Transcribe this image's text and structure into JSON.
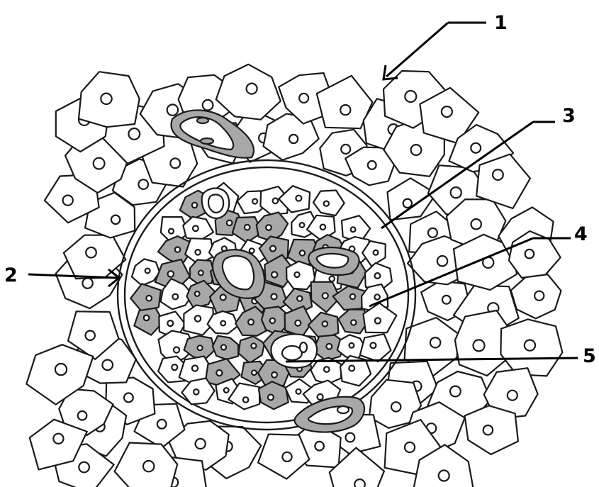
{
  "diagram": {
    "colors": {
      "light_cell": "#ffffff",
      "dark_cell": "#a8a8a8",
      "outline": "#1a1a1a",
      "callout": "#000000"
    },
    "callouts": [
      {
        "label": "1"
      },
      {
        "label": "2"
      },
      {
        "label": "3"
      },
      {
        "label": "4"
      },
      {
        "label": "5"
      }
    ]
  }
}
